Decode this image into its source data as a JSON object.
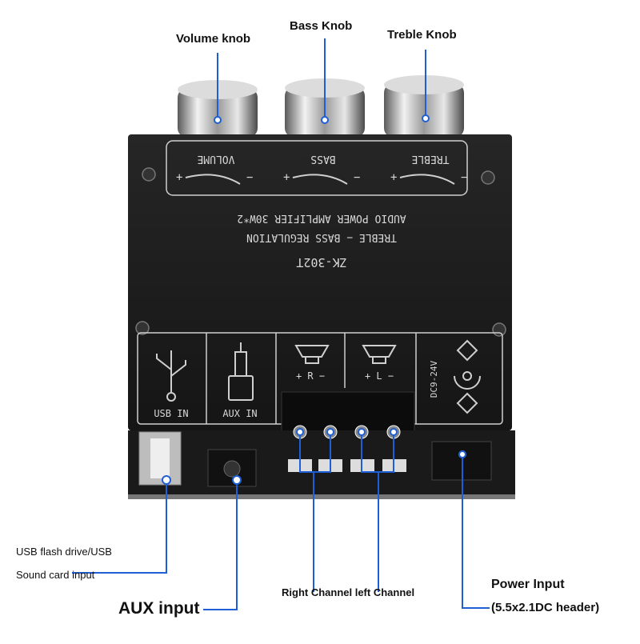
{
  "callouts": {
    "volume_knob": "Volume knob",
    "bass_knob": "Bass Knob",
    "treble_knob": "Treble Knob",
    "usb_line1": "USB flash drive/USB",
    "usb_line2": "Sound card input",
    "aux_input": "AUX input",
    "channels": "Right Channel left Channel",
    "power_input": "Power Input",
    "power_header": "(5.5x2.1DC header)"
  },
  "board": {
    "knob_labels": [
      "VOLUME",
      "BASS",
      "TREBLE"
    ],
    "plus": "+",
    "minus": "−",
    "line1": "AUDIO POWER AMPLIFIER 30W*2",
    "line2": "TREBLE − BASS REGULATION",
    "model": "ZK-302T",
    "usb_in": "USB IN",
    "aux_in": "AUX IN",
    "right_ch": "+ R −",
    "left_ch": "+ L −",
    "dc_range": "DC9-24V"
  },
  "colors": {
    "callout_line": "#1f5fd6",
    "board": "#1b1b1b",
    "silkscreen": "#d8d8d8",
    "terminal": "#111111",
    "knob_metal": "#c8c8c8"
  }
}
